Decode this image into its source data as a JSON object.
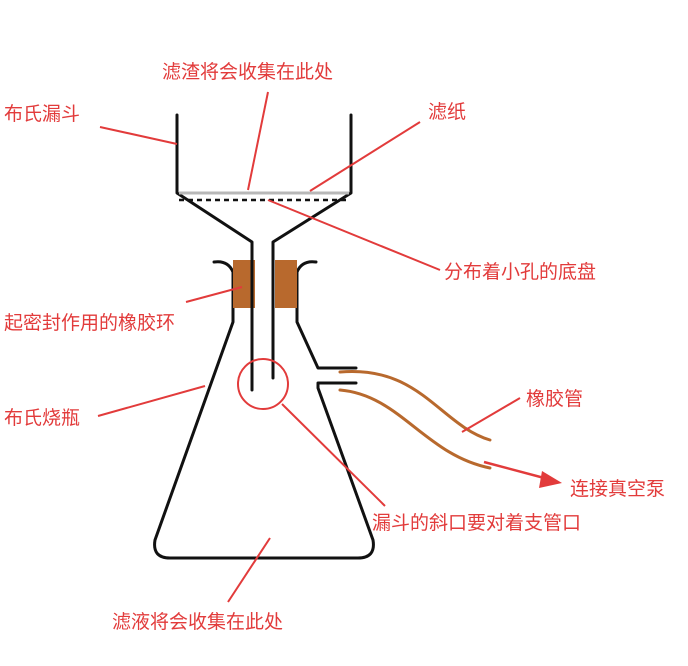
{
  "colors": {
    "label": "#e23b3b",
    "leader": "#e23b3b",
    "apparatus": "#111111",
    "rubber": "#b8692d",
    "filter_paper": "#b8b8b8"
  },
  "labels": {
    "residue": "滤渣将会收集在此处",
    "buchner_funnel": "布氏漏斗",
    "filter_paper": "滤纸",
    "perforated_plate": "分布着小孔的底盘",
    "rubber_ring": "起密封作用的橡胶环",
    "buchner_flask": "布氏烧瓶",
    "rubber_tube": "橡胶管",
    "to_vacuum_pump": "连接真空泵",
    "funnel_bevel": "漏斗的斜口要对着支管口",
    "filtrate": "滤液将会收集在此处"
  }
}
